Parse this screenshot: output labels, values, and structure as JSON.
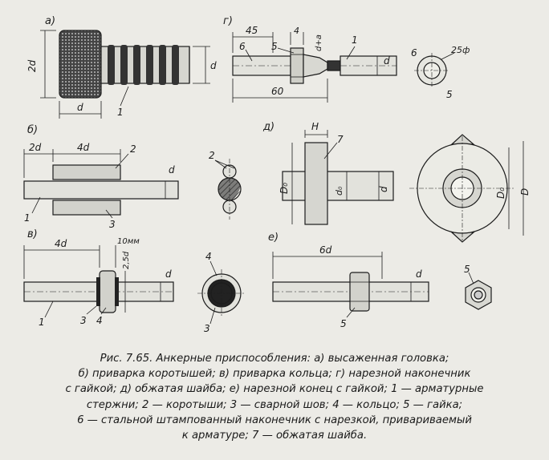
{
  "panels": {
    "a": {
      "tag": "а)",
      "dims": [
        "2d",
        "d",
        "d"
      ],
      "callouts": [
        "1"
      ]
    },
    "b": {
      "tag": "б)",
      "dims": [
        "2d",
        "4d",
        "d"
      ],
      "callouts": [
        "1",
        "2",
        "3",
        "2"
      ]
    },
    "v": {
      "tag": "в)",
      "dims": [
        "4d",
        "10мм",
        "2,5d",
        "d"
      ],
      "callouts": [
        "1",
        "3",
        "4",
        "4",
        "3"
      ]
    },
    "g": {
      "tag": "г)",
      "dims": [
        "45",
        "4",
        "d+a",
        "d",
        "60",
        "25ф"
      ],
      "callouts": [
        "6",
        "5",
        "1",
        "6",
        "5"
      ]
    },
    "d": {
      "tag": "д)",
      "dims": [
        "H",
        "D₀",
        "d₀",
        "d",
        "D₀",
        "D"
      ],
      "callouts": [
        "7"
      ]
    },
    "e": {
      "tag": "е)",
      "dims": [
        "6d",
        "d"
      ],
      "callouts": [
        "5",
        "5"
      ]
    }
  },
  "caption": {
    "lines": [
      "Рис. 7.65. Анкерные приспособления: а) высаженная головка;",
      "б) приварка коротышей; в) приварка кольца; г) нарезной наконечник",
      "с гайкой; д) обжатая шайба; е) нарезной конец с гайкой; 1 — арматурные",
      "стержни; 2 — коротыши; 3 — сварной шов; 4 — кольцо; 5 — гайка;",
      "6 — стальной штампованный наконечник с нарезкой, привариваемый",
      "к арматуре; 7 — обжатая шайба."
    ]
  }
}
